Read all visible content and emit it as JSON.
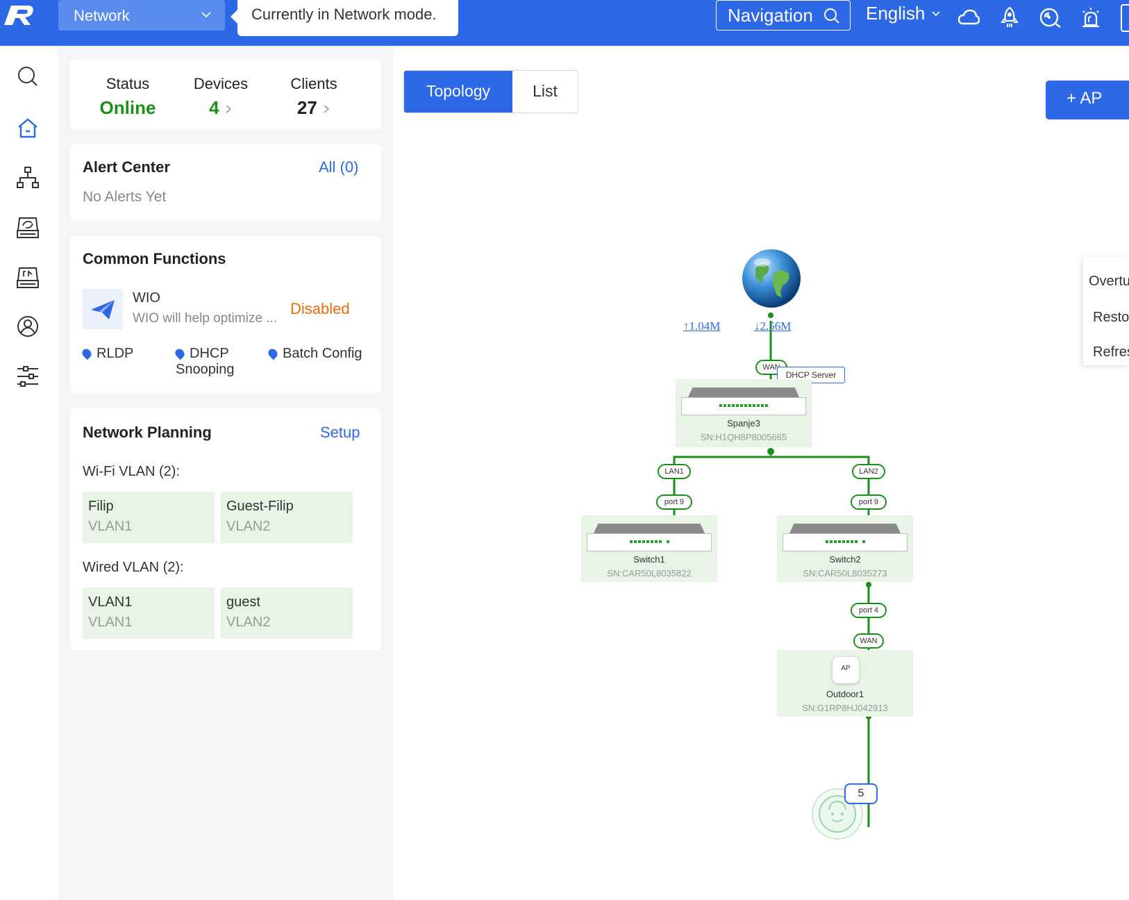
{
  "topbar": {
    "mode_label": "Network",
    "mode_tip": "Currently in Network mode.",
    "navigation_label": "Navigation",
    "language_label": "English",
    "icons": [
      "cloud-icon",
      "rocket-icon",
      "network-scan-icon",
      "alarm-icon"
    ]
  },
  "sidebar": {
    "icons": [
      "search-icon",
      "home-icon",
      "topology-icon",
      "device-sync-icon",
      "monitor-icon",
      "user-icon",
      "settings-sliders-icon"
    ]
  },
  "status_card": {
    "status_label": "Status",
    "status_value": "Online",
    "devices_label": "Devices",
    "devices_value": "4",
    "clients_label": "Clients",
    "clients_value": "27"
  },
  "alert_center": {
    "title": "Alert Center",
    "all_link": "All (0)",
    "empty_text": "No Alerts Yet"
  },
  "common_functions": {
    "title": "Common Functions",
    "wio_name": "WIO",
    "wio_desc": "WIO will help optimize ...",
    "wio_status": "Disabled",
    "items": [
      "RLDP",
      "DHCP",
      "Snooping",
      "Batch Config"
    ]
  },
  "network_planning": {
    "title": "Network Planning",
    "setup_link": "Setup",
    "wifi_heading": "Wi-Fi VLAN (2):",
    "wifi_vlans": [
      {
        "name": "Filip",
        "vlan": "VLAN1"
      },
      {
        "name": "Guest-Filip",
        "vlan": "VLAN2"
      }
    ],
    "wired_heading": "Wired VLAN (2):",
    "wired_vlans": [
      {
        "name": "VLAN1",
        "vlan": "VLAN1"
      },
      {
        "name": "guest",
        "vlan": "VLAN2"
      }
    ]
  },
  "main": {
    "tabs": [
      "Topology",
      "List"
    ],
    "add_ap_label": "+ AP",
    "context_menu": [
      "Overtu",
      "Restor",
      "Refres"
    ]
  },
  "topology": {
    "upload_speed": "↑1.04M",
    "download_speed": "↓2.56M",
    "dhcp_tag": "DHCP Server",
    "router": {
      "wan_label": "WAN",
      "name": "Spanje3",
      "sn": "SN:H1QH8P8005665"
    },
    "switch1": {
      "uplink": "LAN1",
      "port": "port 9",
      "name": "Switch1",
      "sn": "SN:CAR50L8035822"
    },
    "switch2": {
      "uplink": "LAN2",
      "port": "port 9",
      "name": "Switch2",
      "sn": "SN:CAR50L8035273",
      "downlink_port": "port 4"
    },
    "ap": {
      "wan_label": "WAN",
      "badge": "AP",
      "name": "Outdoor1",
      "sn": "SN:G1RP8HJ042913"
    },
    "client_count": "5"
  },
  "colors": {
    "brand_blue": "#2d68e6",
    "online_green": "#1a8f1a",
    "disabled_orange": "#f06a0f",
    "vlan_bg": "#e8f5e6"
  }
}
